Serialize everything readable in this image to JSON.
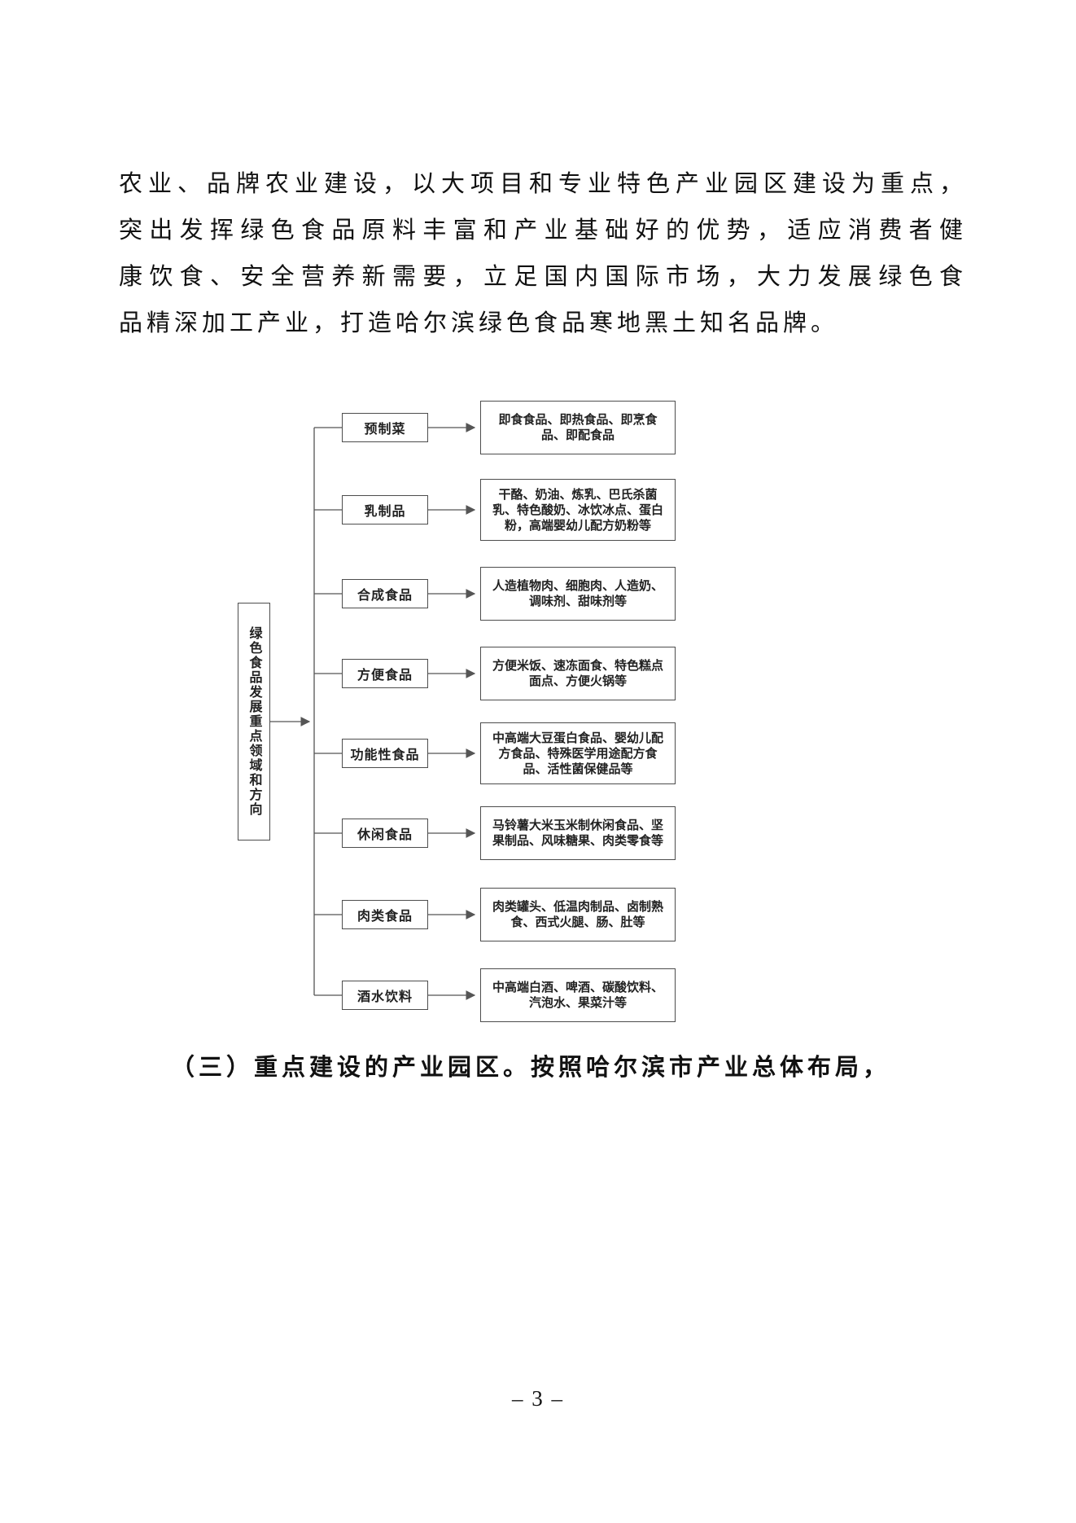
{
  "page": {
    "paragraph_lines": [
      "农业、品牌农业建设，以大项目和专业特色产业园区建设为重点，",
      "突出发挥绿色食品原料丰富和产业基础好的优势，适应消费者健",
      "康饮食、安全营养新需要，立足国内国际市场，大力发展绿色食",
      "品精深加工产业，打造哈尔滨绿色食品寒地黑土知名品牌。"
    ],
    "closing_line": "（三）重点建设的产业园区。按照哈尔滨市产业总体布局，",
    "page_number": "– 3 –"
  },
  "chart": {
    "type": "flow-diagram",
    "root": "绿色食品发展重点领域和方向",
    "rows": [
      {
        "category": "预制菜",
        "detail": "即食食品、即热食品、即烹食品、即配食品"
      },
      {
        "category": "乳制品",
        "detail": "干酪、奶油、炼乳、巴氏杀菌乳、特色酸奶、冰饮冰点、蛋白粉，高端婴幼儿配方奶粉等"
      },
      {
        "category": "合成食品",
        "detail": "人造植物肉、细胞肉、人造奶、调味剂、甜味剂等"
      },
      {
        "category": "方便食品",
        "detail": "方便米饭、速冻面食、特色糕点面点、方便火锅等"
      },
      {
        "category": "功能性食品",
        "detail": "中高端大豆蛋白食品、婴幼儿配方食品、特殊医学用途配方食品、活性菌保健品等"
      },
      {
        "category": "休闲食品",
        "detail": "马铃薯大米玉米制休闲食品、坚果制品、风味糖果、肉类零食等"
      },
      {
        "category": "肉类食品",
        "detail": "肉类罐头、低温肉制品、卤制熟食、西式火腿、肠、肚等"
      },
      {
        "category": "酒水饮料",
        "detail": "中高端白酒、啤酒、碳酸饮料、汽泡水、果菜汁等"
      }
    ],
    "line_color": "#555555"
  }
}
